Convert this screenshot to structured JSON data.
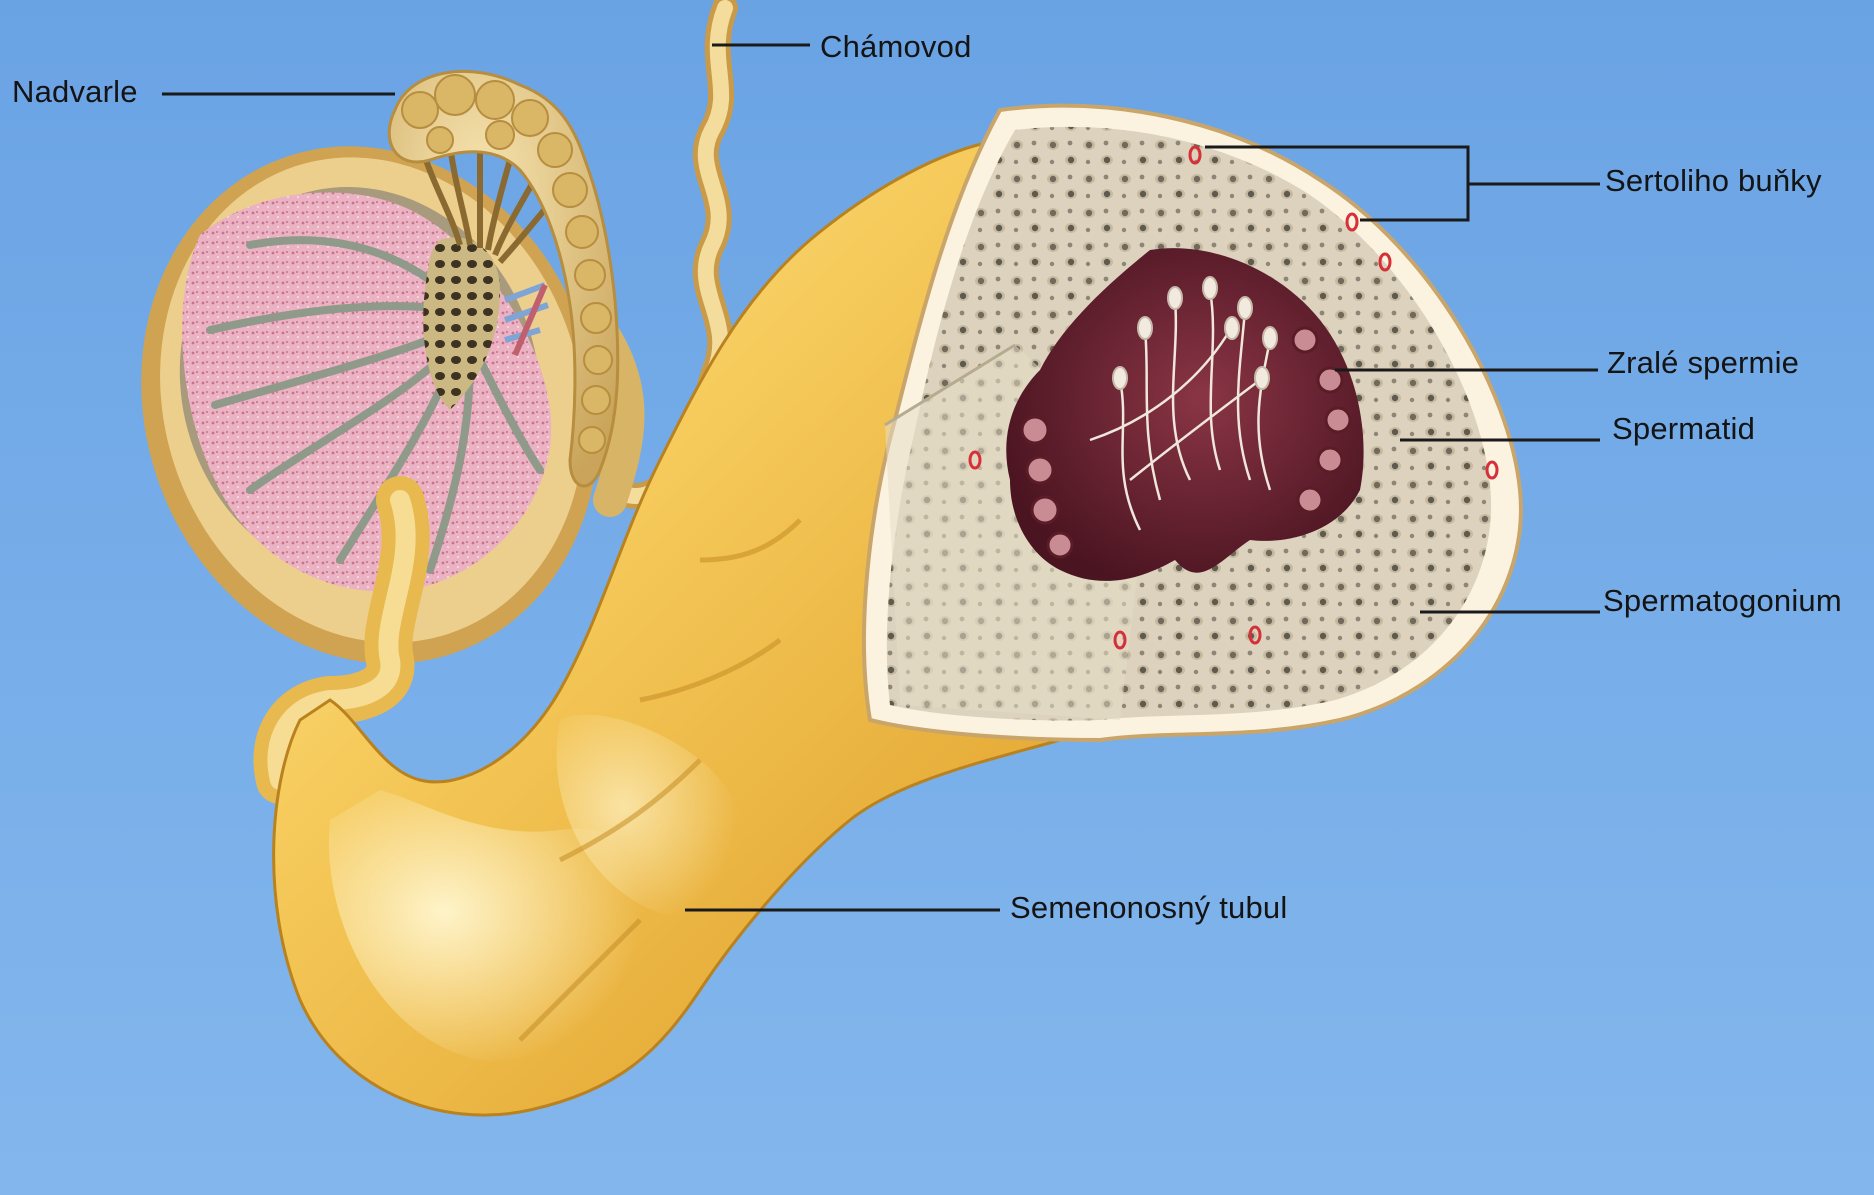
{
  "labels": {
    "nadvarle": "Nadvarle",
    "chamovod": "Chámovod",
    "sertoli": "Sertoliho buňky",
    "zrale_spermie": "Zralé spermie",
    "spermatid": "Spermatid",
    "spermatogonium": "Spermatogonium",
    "tubul": "Semenonosný tubul"
  },
  "colors": {
    "background": "#6ea6e6",
    "tubule": "#f0c04a",
    "testis_tissue": "#e9a6b8",
    "lumen": "#5e1d2a",
    "cell_wall": "#ddd3c0",
    "leader_line": "#1a1a1a"
  }
}
